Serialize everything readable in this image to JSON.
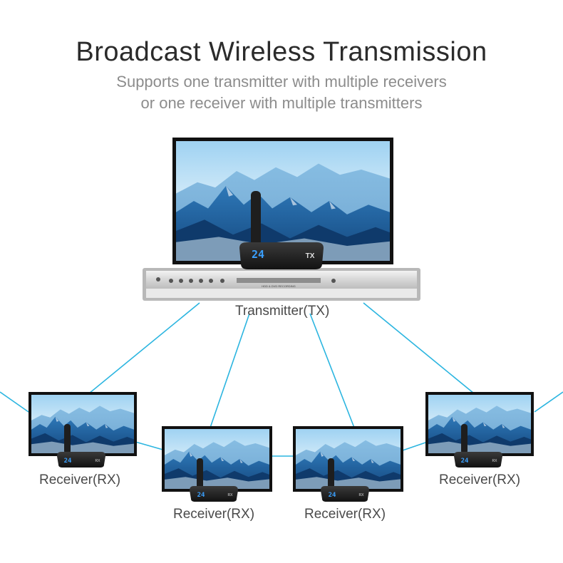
{
  "header": {
    "title": "Broadcast Wireless Transmission",
    "subtitle_line1": "Supports one transmitter with multiple receivers",
    "subtitle_line2": "or one receiver with multiple transmitters"
  },
  "transmitter": {
    "label": "Transmitter(TX)",
    "display_channel": "24",
    "badge": "TX",
    "dvd_text": "HDD & DVD RECORDING"
  },
  "receivers": [
    {
      "label": "Receiver(RX)",
      "display_channel": "24",
      "badge": "RX"
    },
    {
      "label": "Receiver(RX)",
      "display_channel": "24",
      "badge": "RX"
    },
    {
      "label": "Receiver(RX)",
      "display_channel": "24",
      "badge": "RX"
    },
    {
      "label": "Receiver(RX)",
      "display_channel": "24",
      "badge": "RX"
    }
  ],
  "colors": {
    "link_line": "#2bb5e0",
    "display_digits": "#3aa0ff",
    "tv_frame": "#111111"
  }
}
